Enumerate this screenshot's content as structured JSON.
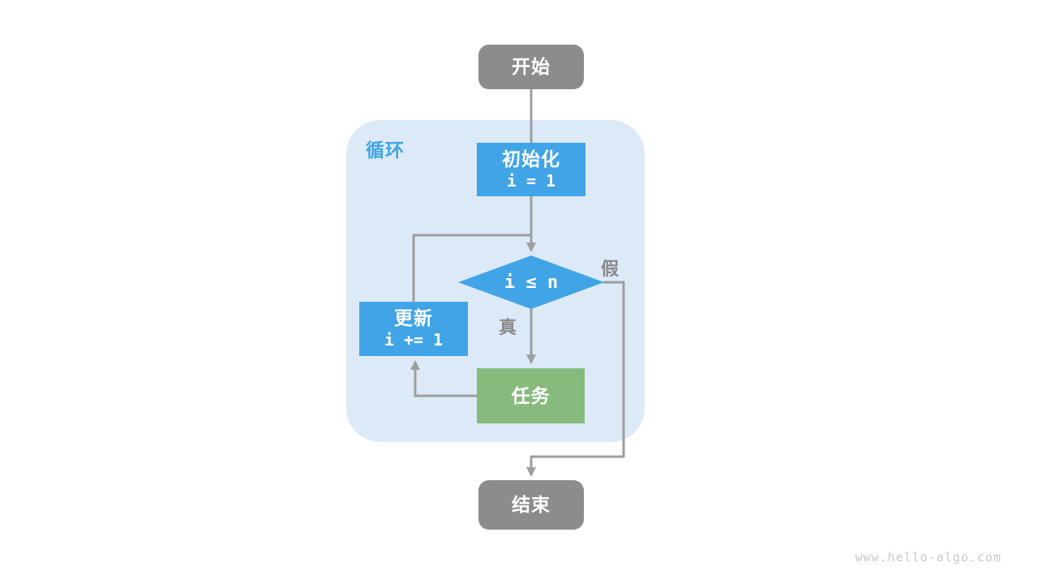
{
  "diagram": {
    "loop": {
      "label": "循环"
    },
    "nodes": {
      "start": {
        "label": "开始"
      },
      "init": {
        "label": "初始化",
        "code": "i = 1"
      },
      "condition": {
        "code": "i ≤ n"
      },
      "update": {
        "label": "更新",
        "code": "i += 1"
      },
      "task": {
        "label": "任务"
      },
      "end": {
        "label": "结束"
      }
    },
    "branches": {
      "true_label": "真",
      "false_label": "假"
    },
    "watermark": "www.hello-algo.com",
    "colors": {
      "node_blue": "#41A4E6",
      "node_green": "#87BB7E",
      "node_gray": "#8C8C8C",
      "loop_bg": "#DCEAF8",
      "line_gray": "#9E9E9E"
    }
  }
}
